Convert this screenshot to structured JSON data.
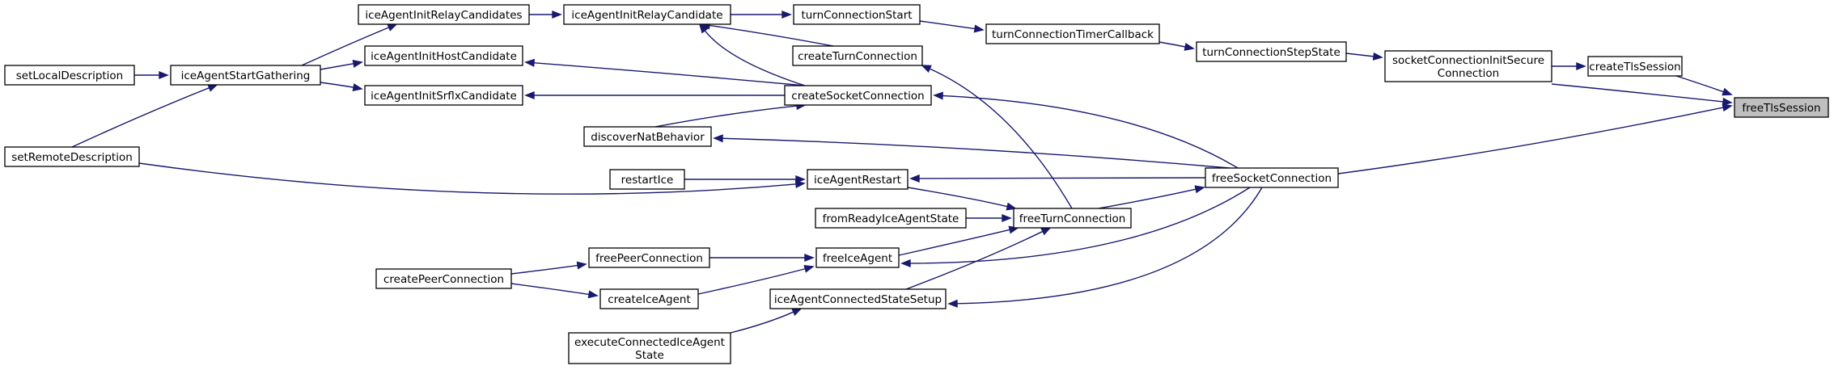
{
  "graph": {
    "nodes": [
      {
        "id": "freeTlsSession",
        "lines": [
          "freeTlsSession"
        ],
        "highlight": true
      },
      {
        "id": "createTlsSession",
        "lines": [
          "createTlsSession"
        ]
      },
      {
        "id": "socketConnectionInitSecureConnection",
        "lines": [
          "socketConnectionInitSecure",
          "Connection"
        ]
      },
      {
        "id": "turnConnectionStepState",
        "lines": [
          "turnConnectionStepState"
        ]
      },
      {
        "id": "turnConnectionTimerCallback",
        "lines": [
          "turnConnectionTimerCallback"
        ]
      },
      {
        "id": "turnConnectionStart",
        "lines": [
          "turnConnectionStart"
        ]
      },
      {
        "id": "iceAgentInitRelayCandidate",
        "lines": [
          "iceAgentInitRelayCandidate"
        ]
      },
      {
        "id": "iceAgentInitRelayCandidates",
        "lines": [
          "iceAgentInitRelayCandidates"
        ]
      },
      {
        "id": "iceAgentStartGathering",
        "lines": [
          "iceAgentStartGathering"
        ]
      },
      {
        "id": "setLocalDescription",
        "lines": [
          "setLocalDescription"
        ]
      },
      {
        "id": "setRemoteDescription",
        "lines": [
          "setRemoteDescription"
        ]
      },
      {
        "id": "iceAgentInitHostCandidate",
        "lines": [
          "iceAgentInitHostCandidate"
        ]
      },
      {
        "id": "iceAgentInitSrflxCandidate",
        "lines": [
          "iceAgentInitSrflxCandidate"
        ]
      },
      {
        "id": "createTurnConnection",
        "lines": [
          "createTurnConnection"
        ]
      },
      {
        "id": "createSocketConnection",
        "lines": [
          "createSocketConnection"
        ]
      },
      {
        "id": "discoverNatBehavior",
        "lines": [
          "discoverNatBehavior"
        ]
      },
      {
        "id": "freeSocketConnection",
        "lines": [
          "freeSocketConnection"
        ]
      },
      {
        "id": "restartIce",
        "lines": [
          "restartIce"
        ]
      },
      {
        "id": "iceAgentRestart",
        "lines": [
          "iceAgentRestart"
        ]
      },
      {
        "id": "fromReadyIceAgentState",
        "lines": [
          "fromReadyIceAgentState"
        ]
      },
      {
        "id": "freeTurnConnection",
        "lines": [
          "freeTurnConnection"
        ]
      },
      {
        "id": "freePeerConnection",
        "lines": [
          "freePeerConnection"
        ]
      },
      {
        "id": "freeIceAgent",
        "lines": [
          "freeIceAgent"
        ]
      },
      {
        "id": "createPeerConnection",
        "lines": [
          "createPeerConnection"
        ]
      },
      {
        "id": "createIceAgent",
        "lines": [
          "createIceAgent"
        ]
      },
      {
        "id": "iceAgentConnectedStateSetup",
        "lines": [
          "iceAgentConnectedStateSetup"
        ]
      },
      {
        "id": "executeConnectedIceAgentState",
        "lines": [
          "executeConnectedIceAgent",
          "State"
        ]
      }
    ],
    "edges": [
      {
        "from": "createTlsSession",
        "to": "freeTlsSession"
      },
      {
        "from": "socketConnectionInitSecureConnection",
        "to": "freeTlsSession"
      },
      {
        "from": "freeSocketConnection",
        "to": "freeTlsSession"
      },
      {
        "from": "socketConnectionInitSecureConnection",
        "to": "createTlsSession"
      },
      {
        "from": "turnConnectionStepState",
        "to": "socketConnectionInitSecureConnection"
      },
      {
        "from": "turnConnectionTimerCallback",
        "to": "turnConnectionStepState"
      },
      {
        "from": "turnConnectionStart",
        "to": "turnConnectionTimerCallback"
      },
      {
        "from": "iceAgentInitRelayCandidate",
        "to": "turnConnectionStart"
      },
      {
        "from": "iceAgentInitRelayCandidates",
        "to": "iceAgentInitRelayCandidate"
      },
      {
        "from": "iceAgentStartGathering",
        "to": "iceAgentInitRelayCandidates"
      },
      {
        "from": "setLocalDescription",
        "to": "iceAgentStartGathering"
      },
      {
        "from": "setRemoteDescription",
        "to": "iceAgentStartGathering"
      },
      {
        "from": "iceAgentStartGathering",
        "to": "iceAgentInitHostCandidate"
      },
      {
        "from": "iceAgentStartGathering",
        "to": "iceAgentInitSrflxCandidate"
      },
      {
        "from": "createTurnConnection",
        "to": "iceAgentInitRelayCandidate"
      },
      {
        "from": "createSocketConnection",
        "to": "iceAgentInitRelayCandidate"
      },
      {
        "from": "createSocketConnection",
        "to": "iceAgentInitHostCandidate"
      },
      {
        "from": "createSocketConnection",
        "to": "iceAgentInitSrflxCandidate"
      },
      {
        "from": "createSocketConnection",
        "to": "discoverNatBehavior"
      },
      {
        "from": "freeSocketConnection",
        "to": "createSocketConnection"
      },
      {
        "from": "freeSocketConnection",
        "to": "discoverNatBehavior"
      },
      {
        "from": "freeSocketConnection",
        "to": "iceAgentRestart"
      },
      {
        "from": "freeSocketConnection",
        "to": "freeTurnConnection"
      },
      {
        "from": "freeSocketConnection",
        "to": "freeIceAgent"
      },
      {
        "from": "freeSocketConnection",
        "to": "iceAgentConnectedStateSetup"
      },
      {
        "from": "iceAgentRestart",
        "to": "restartIce"
      },
      {
        "from": "iceAgentRestart",
        "to": "setRemoteDescription"
      },
      {
        "from": "freeTurnConnection",
        "to": "iceAgentRestart"
      },
      {
        "from": "freeTurnConnection",
        "to": "createTurnConnection"
      },
      {
        "from": "freeTurnConnection",
        "to": "fromReadyIceAgentState"
      },
      {
        "from": "freeTurnConnection",
        "to": "freeIceAgent"
      },
      {
        "from": "freeTurnConnection",
        "to": "iceAgentConnectedStateSetup"
      },
      {
        "from": "freeIceAgent",
        "to": "freePeerConnection"
      },
      {
        "from": "freeIceAgent",
        "to": "createIceAgent"
      },
      {
        "from": "freePeerConnection",
        "to": "createPeerConnection"
      },
      {
        "from": "createIceAgent",
        "to": "createPeerConnection"
      },
      {
        "from": "iceAgentConnectedStateSetup",
        "to": "executeConnectedIceAgentState"
      }
    ]
  }
}
